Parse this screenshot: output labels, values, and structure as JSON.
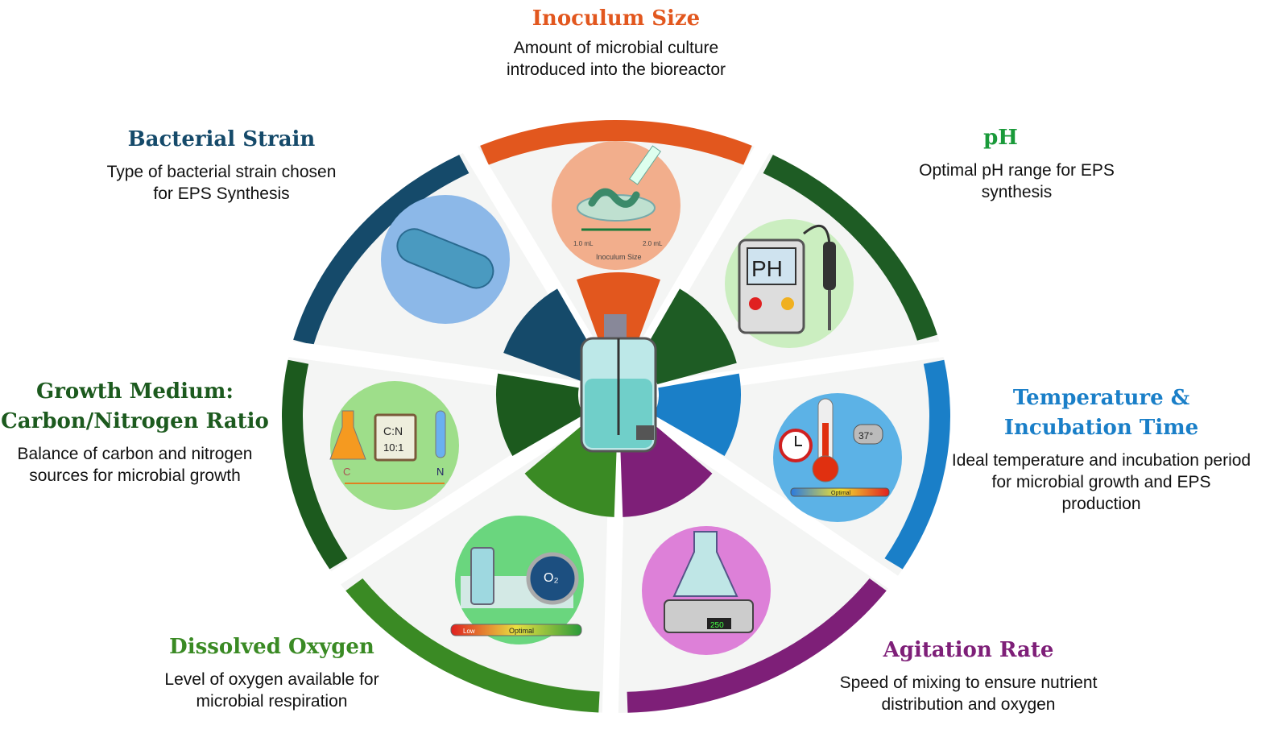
{
  "sections": {
    "inoculum": {
      "title": "Inoculum Size",
      "desc": "Amount of microbial culture introduced into the bioreactor",
      "color": "#e2571e",
      "icon_labels": [
        "1.0 mL",
        "2.0 mL",
        "Inoculum Size"
      ]
    },
    "ph": {
      "title": "pH",
      "desc": "Optimal pH range for EPS synthesis",
      "color": "#1e5c24",
      "title_color": "#1a9a3a",
      "icon_labels": [
        "PH"
      ]
    },
    "temperature": {
      "title_lines": [
        "Temperature &",
        "Incubation Time"
      ],
      "desc": "Ideal temperature and incubation period for microbial growth and EPS production",
      "color": "#1a7fc8",
      "icon_labels": [
        "37°",
        "Optimal"
      ]
    },
    "agitation": {
      "title": "Agitation Rate",
      "desc": "Speed of mixing to ensure nutrient distribution and oxygen",
      "color": "#7e1f78",
      "icon_labels": [
        "250"
      ]
    },
    "oxygen": {
      "title": "Dissolved Oxygen",
      "desc": "Level of oxygen available for microbial respiration",
      "color": "#3a8a24",
      "icon_labels": [
        "O₂",
        "Low",
        "Optimal"
      ]
    },
    "growth": {
      "title_lines": [
        "Growth Medium:",
        "Carbon/Nitrogen Ratio"
      ],
      "desc": "Balance of carbon and nitrogen sources for microbial growth",
      "color": "#1c5a1e",
      "icon_labels": [
        "C:N",
        "10:1",
        "C",
        "N"
      ]
    },
    "strain": {
      "title": "Bacterial Strain",
      "desc": "Type of bacterial strain chosen for EPS Synthesis",
      "color": "#154a6a"
    }
  }
}
